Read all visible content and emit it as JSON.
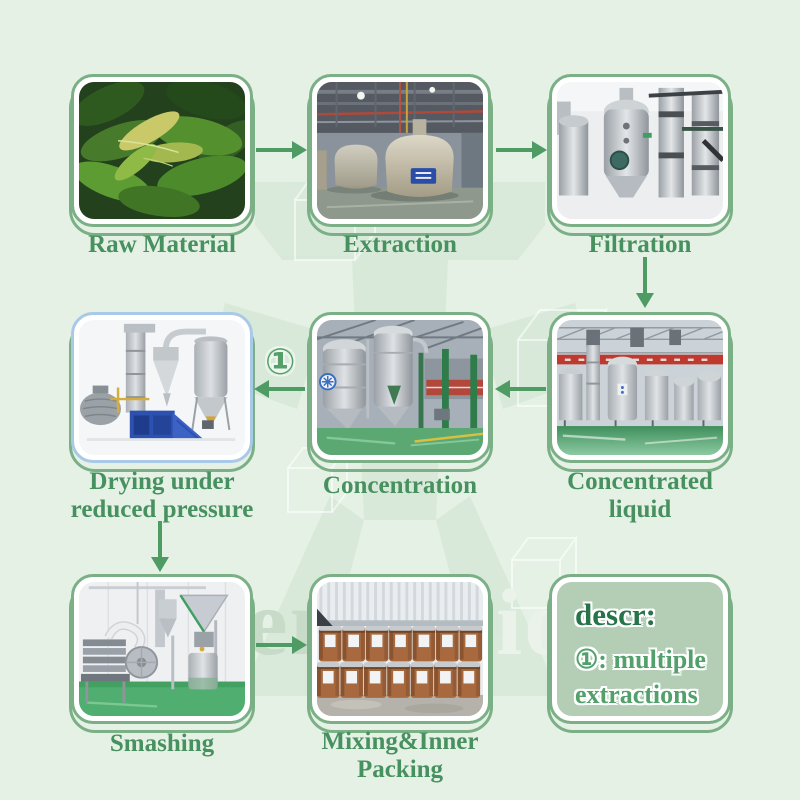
{
  "background_color": "#e4f1e4",
  "accent_colors": {
    "card_border_green": "#7bb087",
    "arrow_green": "#4e9b64",
    "label_green": "#47905f",
    "drying_card_border_blue": "#a9c9e8",
    "descr_box_fill": "#b3ceb5",
    "descr_heading_green": "#27734a"
  },
  "watermark": {
    "fragments": [
      {
        "text": "en"
      },
      {
        "text": "io"
      }
    ]
  },
  "flow": {
    "steps": [
      {
        "id": "raw-material",
        "label": "Raw Material",
        "photo": "green-leaves"
      },
      {
        "id": "extraction",
        "label": "Extraction",
        "photo": "extraction-tank-workshop"
      },
      {
        "id": "filtration",
        "label": "Filtration",
        "photo": "stainless-filter-columns"
      },
      {
        "id": "concentrated-liquid",
        "label": "Concentrated\nliquid",
        "photo": "evaporator-tank-workshop"
      },
      {
        "id": "concentration",
        "label": "Concentration",
        "photo": "concentration-evaporators"
      },
      {
        "id": "drying",
        "label": "Drying under\nreduced pressure",
        "photo": "vacuum-spray-dryer"
      },
      {
        "id": "smashing",
        "label": "Smashing",
        "photo": "grinding-mill-room"
      },
      {
        "id": "mixing-inner-packing",
        "label": "Mixing&Inner\nPacking",
        "photo": "brown-fiber-drums"
      }
    ]
  },
  "annotations": {
    "step_marker": "①"
  },
  "descr_box": {
    "heading": "descr:",
    "body": "①: multiple\nextractions"
  }
}
